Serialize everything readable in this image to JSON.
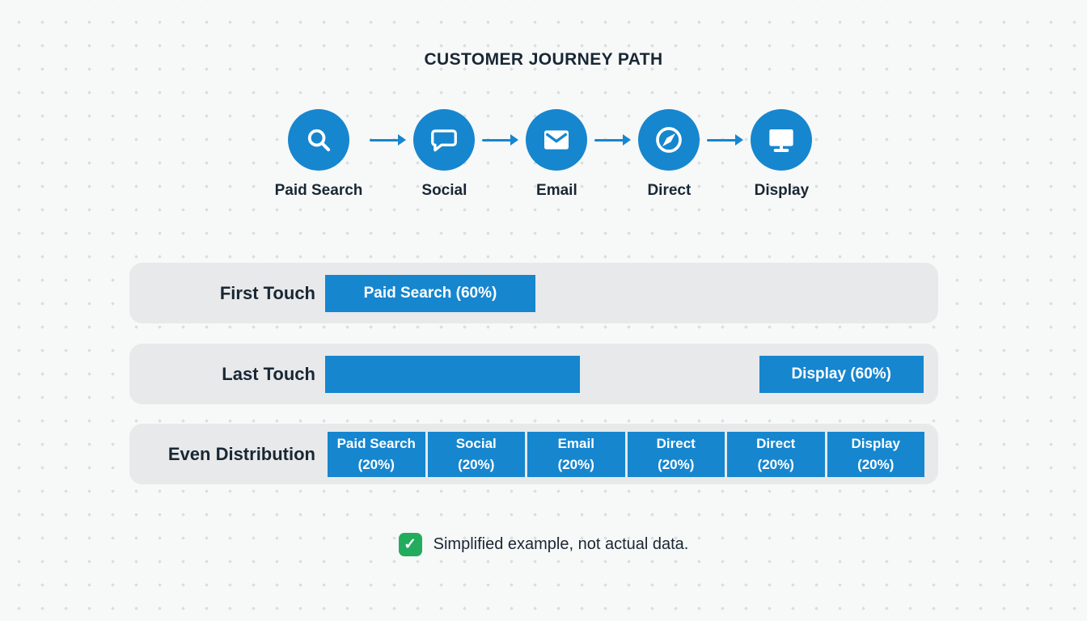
{
  "title": "CUSTOMER JOURNEY PATH",
  "colors": {
    "blue": "#1686cf",
    "dark_text": "#192734",
    "row_bg": "#e8e9ea",
    "green": "#23ac5d",
    "bar_text": "#ffffff"
  },
  "journey_steps": [
    {
      "label": "Paid Search",
      "icon": "search-icon"
    },
    {
      "label": "Social",
      "icon": "speech-bubble-icon"
    },
    {
      "label": "Email",
      "icon": "envelope-icon"
    },
    {
      "label": "Direct",
      "icon": "compass-icon"
    },
    {
      "label": "Display",
      "icon": "monitor-icon"
    }
  ],
  "models": {
    "first_touch": {
      "label": "First Touch",
      "bar_label": "Paid Search (60%)"
    },
    "last_touch": {
      "label": "Last Touch",
      "left_bar_label": "",
      "right_bar_label": "Display (60%)"
    },
    "even_distribution": {
      "label": "Even Distribution",
      "segments": [
        {
          "line1": "Paid Search",
          "line2": "(20%)"
        },
        {
          "line1": "Social",
          "line2": "(20%)"
        },
        {
          "line1": "Email",
          "line2": "(20%)"
        },
        {
          "line1": "Direct",
          "line2": "(20%)"
        },
        {
          "line1": "Direct",
          "line2": "(20%)"
        },
        {
          "line1": "Display",
          "line2": "(20%)"
        }
      ]
    }
  },
  "footnote": {
    "checkmark": "✓",
    "text": "Simplified example, not actual data."
  }
}
